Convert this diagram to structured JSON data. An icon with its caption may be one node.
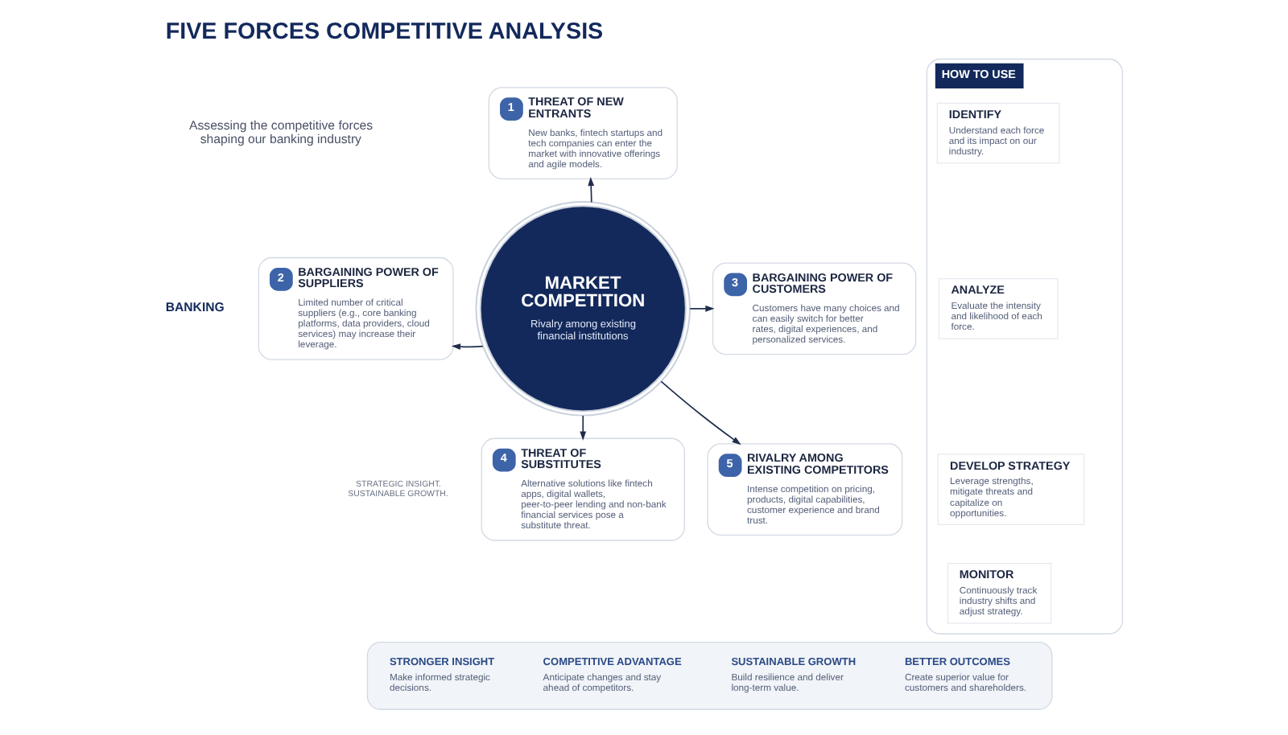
{
  "diagram": {
    "title": "FIVE FORCES COMPETITIVE ANALYSIS",
    "nodes": [
      {
        "text": [
          "MARKET COMPETITION",
          "Rivalry among existing financial institutions"
        ]
      },
      {
        "text": [
          "1",
          "THREAT OF NEW ENTRANTS",
          "New banks, fintech startups and tech companies can enter the market with innovative offerings and agile models."
        ]
      },
      {
        "text": [
          "2",
          "BARGAINING POWER OF SUPPLIERS",
          "Limited number of critical suppliers (e.g., core banking platforms, data providers, cloud services) may increase their leverage."
        ]
      },
      {
        "text": [
          "3",
          "BARGAINING POWER OF CUSTOMERS",
          "Customers have many choices and can easily switch for better rates, digital experiences, and personalized services."
        ]
      },
      {
        "text": [
          "4",
          "THREAT OF SUBSTITUTES",
          "Alternative solutions like fintech apps, digital wallets, peer-to-peer lending and non-bank financial services pose a substitute threat."
        ]
      },
      {
        "text": [
          "5",
          "RIVALRY AMONG EXISTING COMPETITORS",
          "Intense competition on pricing, products, digital capabilities, customer experience and brand trust."
        ]
      },
      {
        "text": [
          "HOW TO USE"
        ]
      },
      {
        "text": [
          "IDENTIFY",
          "Understand each force and its impact on our industry."
        ],
        "in": 6
      },
      {
        "text": [
          "ANALYZE",
          "Evaluate the intensity and likelihood of each force."
        ],
        "in": 6
      },
      {
        "text": [
          "DEVELOP STRATEGY",
          "Leverage strengths, mitigate threats and capitalize on opportunities."
        ],
        "in": 6
      },
      {
        "text": [
          "MONITOR",
          "Continuously track industry shifts and adjust strategy."
        ],
        "in": 6
      },
      {
        "text": [],
        "shape": "box"
      },
      {
        "text": [
          "STRONGER INSIGHT",
          "Make informed strategic decisions."
        ],
        "in": 11
      },
      {
        "text": [
          "COMPETITIVE ADVANTAGE",
          "Anticipate changes and stay ahead of competitors."
        ],
        "in": 11
      },
      {
        "text": [
          "SUSTAINABLE GROWTH",
          "Build resilience and deliver long-term value."
        ],
        "in": 11
      },
      {
        "text": [
          "BETTER OUTCOMES",
          "Create superior value for customers and shareholders."
        ],
        "in": 11
      }
    ],
    "edges": [
      {
        "from": 0,
        "to": 1,
        "arrow": "to"
      },
      {
        "from": 0,
        "to": 2,
        "arrow": "to"
      },
      {
        "from": 0,
        "to": 3,
        "arrow": "to"
      },
      {
        "from": 0,
        "to": 4,
        "arrow": "to"
      },
      {
        "from": 0,
        "to": 5,
        "arrow": "to"
      }
    ],
    "labels": [
      "Assessing the competitive forces shaping our banking industry",
      "BANKING",
      "STRATEGIC INSIGHT. SUSTAINABLE GROWTH."
    ]
  }
}
